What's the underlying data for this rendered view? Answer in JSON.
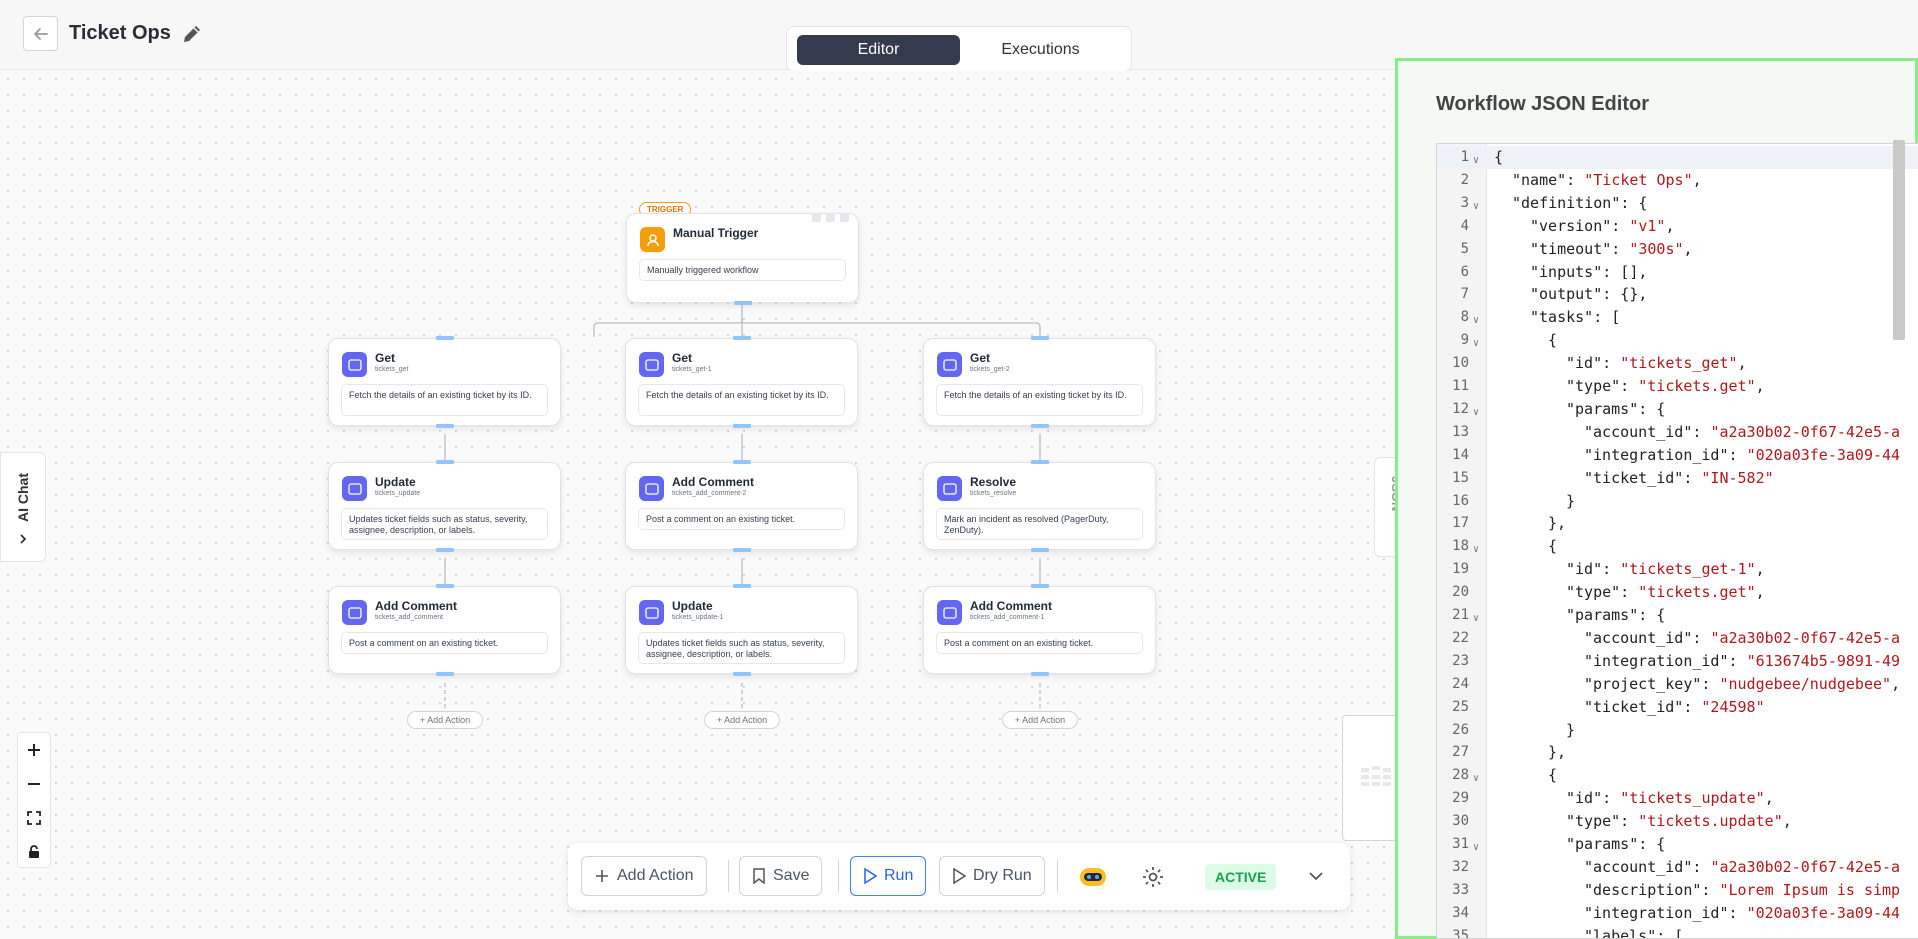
{
  "header": {
    "title": "Ticket Ops"
  },
  "tabs": [
    {
      "label": "Editor",
      "active": true
    },
    {
      "label": "Executions",
      "active": false
    }
  ],
  "side": {
    "ai_chat": "AI Chat",
    "json_tab": "JSON"
  },
  "trigger": {
    "badge": "TRIGGER",
    "title": "Manual Trigger",
    "desc": "Manually triggered workflow"
  },
  "nodes": [
    {
      "title": "Get",
      "sub": "tickets_get",
      "desc": "Fetch the details of an existing ticket by its ID."
    },
    {
      "title": "Get",
      "sub": "tickets_get-1",
      "desc": "Fetch the details of an existing ticket by its ID."
    },
    {
      "title": "Get",
      "sub": "tickets_get-2",
      "desc": "Fetch the details of an existing ticket by its ID."
    },
    {
      "title": "Update",
      "sub": "tickets_update",
      "desc": "Updates ticket fields such as status, severity, assignee, description, or labels."
    },
    {
      "title": "Add Comment",
      "sub": "tickets_add_comment-2",
      "desc": "Post a comment on an existing ticket."
    },
    {
      "title": "Resolve",
      "sub": "tickets_resolve",
      "desc": "Mark an incident as resolved (PagerDuty, ZenDuty)."
    },
    {
      "title": "Add Comment",
      "sub": "tickets_add_comment",
      "desc": "Post a comment on an existing ticket."
    },
    {
      "title": "Update",
      "sub": "tickets_update-1",
      "desc": "Updates ticket fields such as status, severity, assignee, description, or labels."
    },
    {
      "title": "Add Comment",
      "sub": "tickets_add_comment-1",
      "desc": "Post a comment on an existing ticket."
    }
  ],
  "add_action_pill": "+ Add Action",
  "toolbar": {
    "add_action": "Add Action",
    "save": "Save",
    "run": "Run",
    "dry_run": "Dry Run",
    "status": "ACTIVE"
  },
  "panel": {
    "title": "Workflow JSON Editor",
    "lines": [
      {
        "n": "1",
        "fold": true,
        "indent": 0,
        "parts": [
          [
            "p",
            "{"
          ]
        ]
      },
      {
        "n": "2",
        "fold": false,
        "indent": 1,
        "parts": [
          [
            "p",
            "\"name\": "
          ],
          [
            "s",
            "\"Ticket Ops\""
          ],
          [
            "p",
            ","
          ]
        ]
      },
      {
        "n": "3",
        "fold": true,
        "indent": 1,
        "parts": [
          [
            "p",
            "\"definition\": {"
          ]
        ]
      },
      {
        "n": "4",
        "fold": false,
        "indent": 2,
        "parts": [
          [
            "p",
            "\"version\": "
          ],
          [
            "s",
            "\"v1\""
          ],
          [
            "p",
            ","
          ]
        ]
      },
      {
        "n": "5",
        "fold": false,
        "indent": 2,
        "parts": [
          [
            "p",
            "\"timeout\": "
          ],
          [
            "s",
            "\"300s\""
          ],
          [
            "p",
            ","
          ]
        ]
      },
      {
        "n": "6",
        "fold": false,
        "indent": 2,
        "parts": [
          [
            "p",
            "\"inputs\": [],"
          ]
        ]
      },
      {
        "n": "7",
        "fold": false,
        "indent": 2,
        "parts": [
          [
            "p",
            "\"output\": {},"
          ]
        ]
      },
      {
        "n": "8",
        "fold": true,
        "indent": 2,
        "parts": [
          [
            "p",
            "\"tasks\": ["
          ]
        ]
      },
      {
        "n": "9",
        "fold": true,
        "indent": 3,
        "parts": [
          [
            "p",
            "{"
          ]
        ]
      },
      {
        "n": "10",
        "fold": false,
        "indent": 4,
        "parts": [
          [
            "p",
            "\"id\": "
          ],
          [
            "s",
            "\"tickets_get\""
          ],
          [
            "p",
            ","
          ]
        ]
      },
      {
        "n": "11",
        "fold": false,
        "indent": 4,
        "parts": [
          [
            "p",
            "\"type\": "
          ],
          [
            "s",
            "\"tickets.get\""
          ],
          [
            "p",
            ","
          ]
        ]
      },
      {
        "n": "12",
        "fold": true,
        "indent": 4,
        "parts": [
          [
            "p",
            "\"params\": {"
          ]
        ]
      },
      {
        "n": "13",
        "fold": false,
        "indent": 5,
        "parts": [
          [
            "p",
            "\"account_id\": "
          ],
          [
            "s",
            "\"a2a30b02-0f67-42e5-a"
          ]
        ]
      },
      {
        "n": "14",
        "fold": false,
        "indent": 5,
        "parts": [
          [
            "p",
            "\"integration_id\": "
          ],
          [
            "s",
            "\"020a03fe-3a09-44"
          ]
        ]
      },
      {
        "n": "15",
        "fold": false,
        "indent": 5,
        "parts": [
          [
            "p",
            "\"ticket_id\": "
          ],
          [
            "s",
            "\"IN-582\""
          ]
        ]
      },
      {
        "n": "16",
        "fold": false,
        "indent": 4,
        "parts": [
          [
            "p",
            "}"
          ]
        ]
      },
      {
        "n": "17",
        "fold": false,
        "indent": 3,
        "parts": [
          [
            "p",
            "},"
          ]
        ]
      },
      {
        "n": "18",
        "fold": true,
        "indent": 3,
        "parts": [
          [
            "p",
            "{"
          ]
        ]
      },
      {
        "n": "19",
        "fold": false,
        "indent": 4,
        "parts": [
          [
            "p",
            "\"id\": "
          ],
          [
            "s",
            "\"tickets_get-1\""
          ],
          [
            "p",
            ","
          ]
        ]
      },
      {
        "n": "20",
        "fold": false,
        "indent": 4,
        "parts": [
          [
            "p",
            "\"type\": "
          ],
          [
            "s",
            "\"tickets.get\""
          ],
          [
            "p",
            ","
          ]
        ]
      },
      {
        "n": "21",
        "fold": true,
        "indent": 4,
        "parts": [
          [
            "p",
            "\"params\": {"
          ]
        ]
      },
      {
        "n": "22",
        "fold": false,
        "indent": 5,
        "parts": [
          [
            "p",
            "\"account_id\": "
          ],
          [
            "s",
            "\"a2a30b02-0f67-42e5-a"
          ]
        ]
      },
      {
        "n": "23",
        "fold": false,
        "indent": 5,
        "parts": [
          [
            "p",
            "\"integration_id\": "
          ],
          [
            "s",
            "\"613674b5-9891-49"
          ]
        ]
      },
      {
        "n": "24",
        "fold": false,
        "indent": 5,
        "parts": [
          [
            "p",
            "\"project_key\": "
          ],
          [
            "s",
            "\"nudgebee/nudgebee\""
          ],
          [
            "p",
            ","
          ]
        ]
      },
      {
        "n": "25",
        "fold": false,
        "indent": 5,
        "parts": [
          [
            "p",
            "\"ticket_id\": "
          ],
          [
            "s",
            "\"24598\""
          ]
        ]
      },
      {
        "n": "26",
        "fold": false,
        "indent": 4,
        "parts": [
          [
            "p",
            "}"
          ]
        ]
      },
      {
        "n": "27",
        "fold": false,
        "indent": 3,
        "parts": [
          [
            "p",
            "},"
          ]
        ]
      },
      {
        "n": "28",
        "fold": true,
        "indent": 3,
        "parts": [
          [
            "p",
            "{"
          ]
        ]
      },
      {
        "n": "29",
        "fold": false,
        "indent": 4,
        "parts": [
          [
            "p",
            "\"id\": "
          ],
          [
            "s",
            "\"tickets_update\""
          ],
          [
            "p",
            ","
          ]
        ]
      },
      {
        "n": "30",
        "fold": false,
        "indent": 4,
        "parts": [
          [
            "p",
            "\"type\": "
          ],
          [
            "s",
            "\"tickets.update\""
          ],
          [
            "p",
            ","
          ]
        ]
      },
      {
        "n": "31",
        "fold": true,
        "indent": 4,
        "parts": [
          [
            "p",
            "\"params\": {"
          ]
        ]
      },
      {
        "n": "32",
        "fold": false,
        "indent": 5,
        "parts": [
          [
            "p",
            "\"account_id\": "
          ],
          [
            "s",
            "\"a2a30b02-0f67-42e5-a"
          ]
        ]
      },
      {
        "n": "33",
        "fold": false,
        "indent": 5,
        "parts": [
          [
            "p",
            "\"description\": "
          ],
          [
            "s",
            "\"Lorem Ipsum is simp"
          ]
        ]
      },
      {
        "n": "34",
        "fold": false,
        "indent": 5,
        "parts": [
          [
            "p",
            "\"integration_id\": "
          ],
          [
            "s",
            "\"020a03fe-3a09-44"
          ]
        ]
      },
      {
        "n": "35",
        "fold": false,
        "indent": 5,
        "parts": [
          [
            "p",
            "\"labels\": ["
          ]
        ]
      }
    ]
  }
}
